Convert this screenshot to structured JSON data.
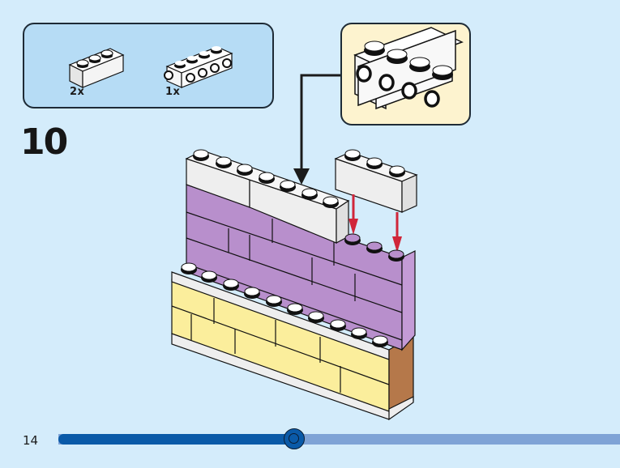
{
  "step": {
    "number": "10"
  },
  "page": {
    "number": "14"
  },
  "parts_list": [
    {
      "name": "white-brick-1x3",
      "count": "2x",
      "color": "#f2f2f2"
    },
    {
      "name": "white-brick-1x4-side-studs",
      "count": "1x",
      "color": "#f2f2f2"
    }
  ],
  "callout": {
    "part": "white-brick-1x4-side-studs",
    "background": "#fdf3cf"
  },
  "model": {
    "colors": {
      "white": "#eeeeee",
      "lavender": "#b88fcc",
      "yellow": "#fbee9c",
      "brown": "#b5784a",
      "arrow_black": "#1b1b1b",
      "arrow_red": "#d0263a"
    }
  },
  "progress": {
    "fraction": 0.42,
    "fill_color": "#0a5aa8",
    "track_color": "#7fa3d6"
  }
}
